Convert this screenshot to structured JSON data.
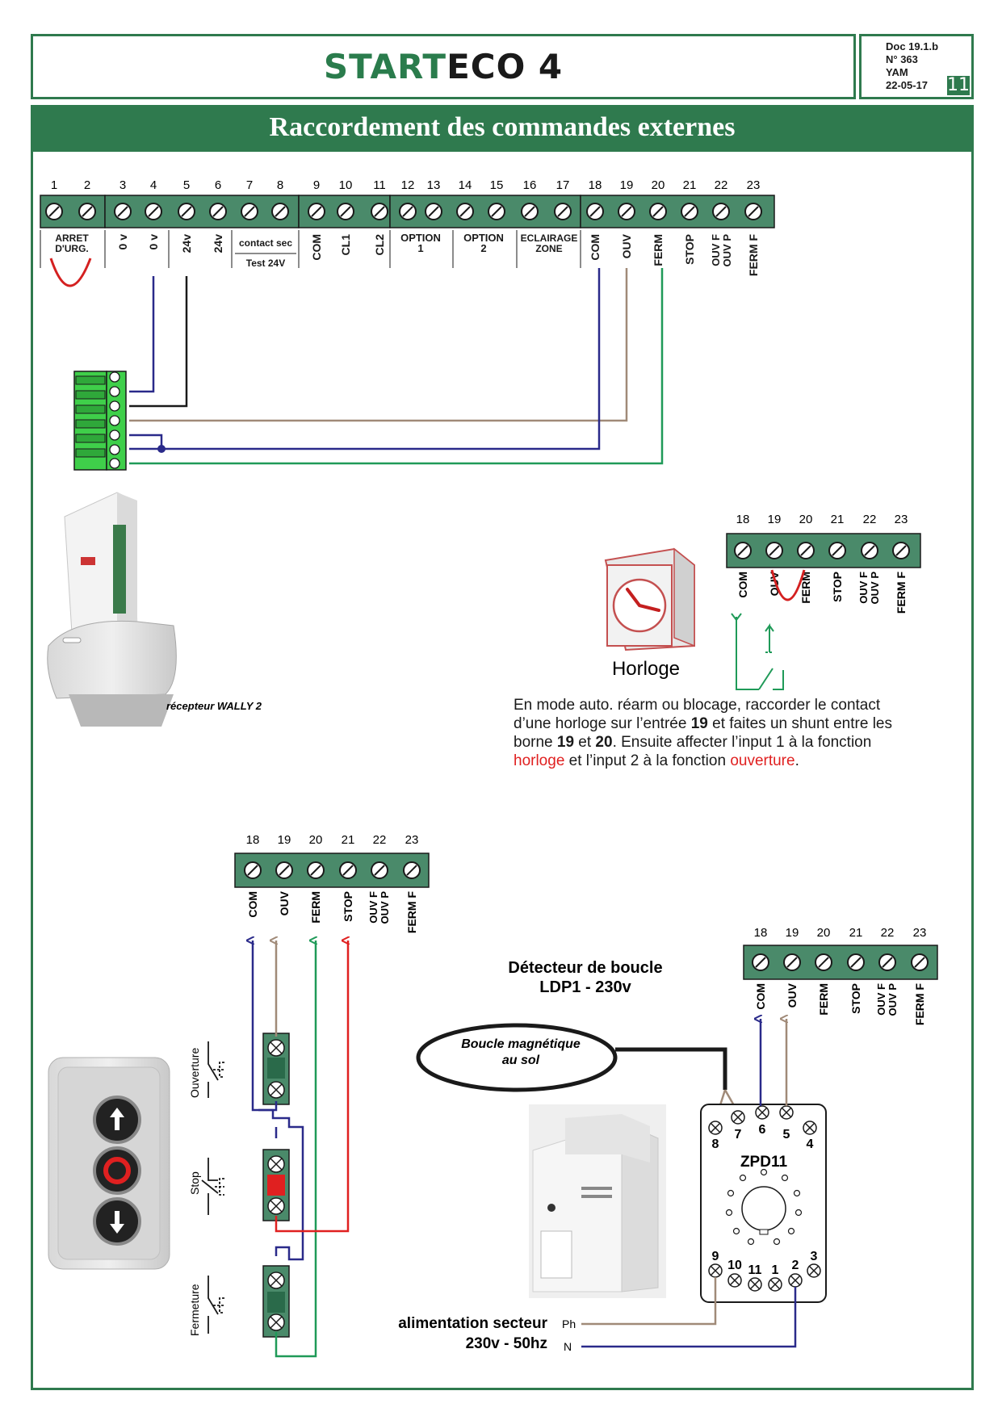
{
  "header": {
    "title_a": "START",
    "title_b": "ECO 4",
    "doc_lines": [
      "Doc 19.1.b",
      "N° 363",
      "YAM",
      "22-05-17"
    ],
    "page_number": "11"
  },
  "banner": "Raccordement des commandes externes",
  "top_block": {
    "numbers": [
      "1",
      "2",
      "3",
      "4",
      "5",
      "6",
      "7",
      "8",
      "9",
      "10",
      "11",
      "12",
      "13",
      "14",
      "15",
      "16",
      "17",
      "18",
      "19",
      "20",
      "21",
      "22",
      "23"
    ],
    "group_arret": [
      "ARRET",
      "D'URG."
    ],
    "label_0v": "0 v",
    "label_24v": "24v",
    "contact_sec": "contact sec",
    "test_24v": "Test 24V",
    "com": "COM",
    "cl1": "CL1",
    "cl2": "CL2",
    "option1": [
      "OPTION",
      "1"
    ],
    "option2": [
      "OPTION",
      "2"
    ],
    "eclairage": [
      "ECLAIRAGE",
      "ZONE"
    ],
    "ouv": "OUV",
    "ferm": "FERM",
    "stop": "STOP",
    "ouv_f": "OUV F",
    "ouv_p": "OUV P",
    "ferm_f": "FERM F"
  },
  "block_numbers": [
    "18",
    "19",
    "20",
    "21",
    "22",
    "23"
  ],
  "block_labels": {
    "com": "COM",
    "ouv": "OUV",
    "ferm": "FERM",
    "stop": "STOP",
    "ouv_f": "OUV F",
    "ouv_p": "OUV P",
    "ferm_f": "FERM F"
  },
  "receiver_caption": "récepteur WALLY 2",
  "clock_label": "Horloge",
  "description": {
    "l1": "En mode auto. réarm ou blocage, raccorder le contact",
    "l2a": "d’une horloge sur l’entrée ",
    "l2b": "19",
    "l2c": " et faites un shunt entre les",
    "l3a": "borne ",
    "l3b": "19",
    "l3c": " et ",
    "l3d": "20",
    "l3e": ". Ensuite affecter l’input 1 à la fonction",
    "l4a": "horloge",
    "l4b": " et l’input 2 à la fonction ",
    "l4c": "ouverture",
    "l4d": "."
  },
  "buttons": {
    "ouverture": "Ouverture",
    "stop": "Stop",
    "fermeture": "Fermeture"
  },
  "loop": {
    "title_1": "Détecteur de boucle",
    "title_2": "LDP1 - 230v",
    "boucle_1": "Boucle magnétique",
    "boucle_2": "au sol",
    "relay": "ZPD11",
    "pins": [
      "1",
      "2",
      "3",
      "4",
      "5",
      "6",
      "7",
      "8",
      "9",
      "10",
      "11"
    ],
    "supply_1": "alimentation secteur",
    "supply_2": "230v - 50hz",
    "ph": "Ph",
    "n": "N"
  },
  "colors": {
    "green": "#2f7a4e",
    "terminal": "#4a8a6a",
    "blue": "#2a2a8a",
    "tan": "#a08a78",
    "red": "#e02020",
    "wire_green": "#1f9a58"
  }
}
